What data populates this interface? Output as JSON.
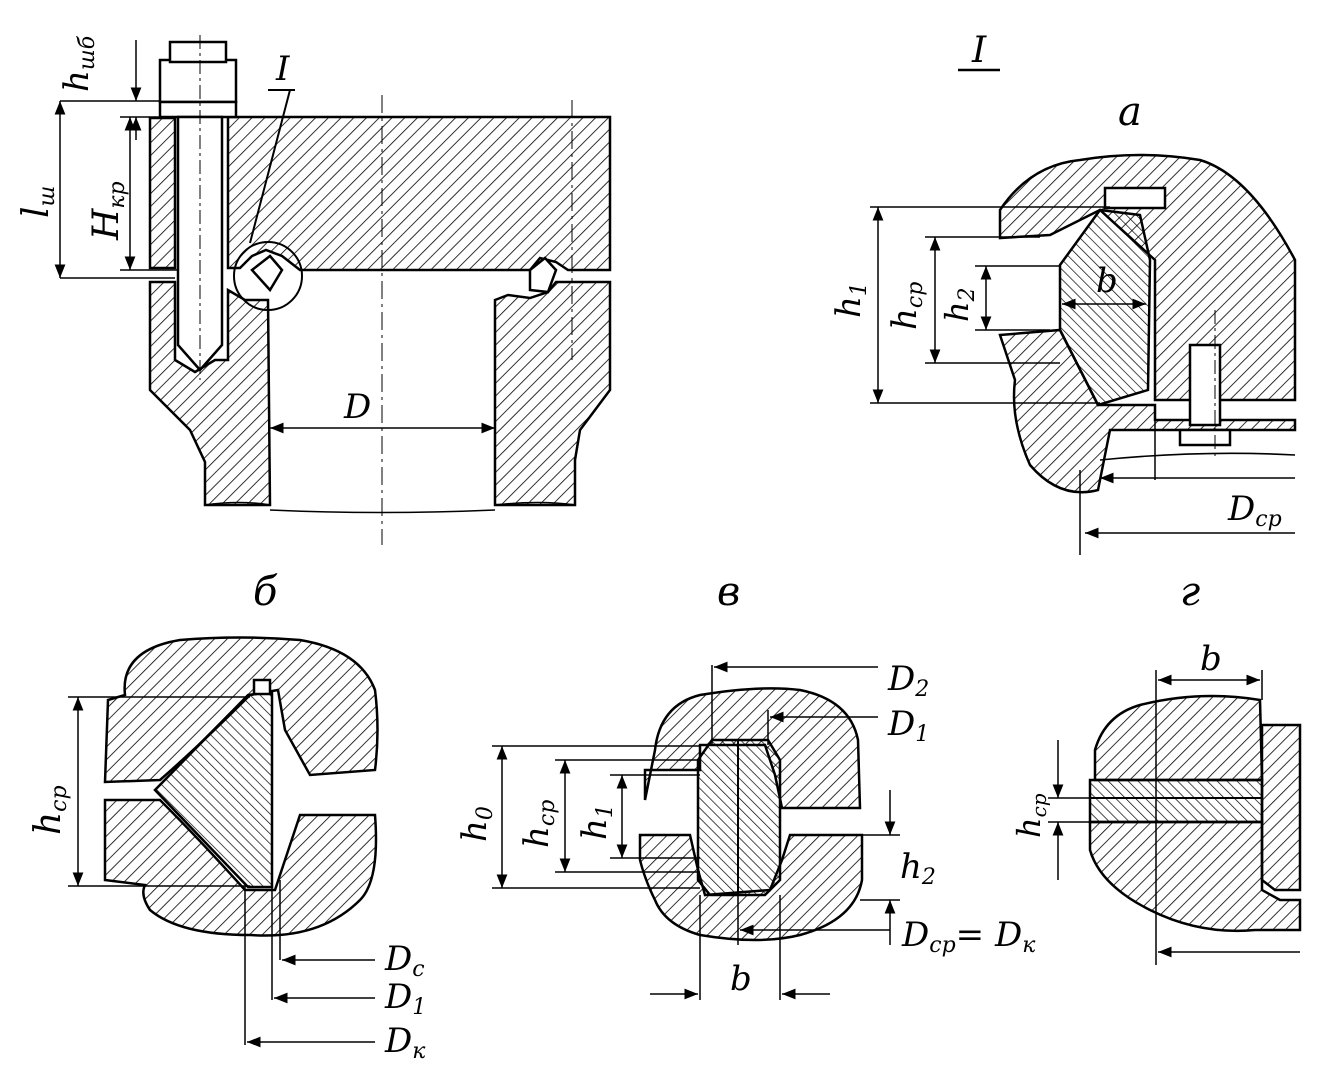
{
  "main_view": {
    "h_shb": {
      "main": "h",
      "sub": "шб"
    },
    "l_sh": {
      "main": "l",
      "sub": "ш"
    },
    "H_kr": {
      "main": "H",
      "sub": "кр"
    },
    "callout": "I",
    "D": "D"
  },
  "detail_title": "I",
  "view_a": {
    "title": "а",
    "h1": {
      "main": "h",
      "sub": "1"
    },
    "h_sr": {
      "main": "h",
      "sub": "ср"
    },
    "h2": {
      "main": "h",
      "sub": "2"
    },
    "b": "b",
    "D_sr": {
      "main": "D",
      "sub": "ср"
    }
  },
  "view_b": {
    "title": "б",
    "h_sr": {
      "main": "h",
      "sub": "ср"
    },
    "D_c": {
      "main": "D",
      "sub": "с"
    },
    "D_1": {
      "main": "D",
      "sub": "1"
    },
    "D_k": {
      "main": "D",
      "sub": "к"
    }
  },
  "view_v": {
    "title": "в",
    "D_2": {
      "main": "D",
      "sub": "2"
    },
    "D_1": {
      "main": "D",
      "sub": "1"
    },
    "h0": {
      "main": "h",
      "sub": "0"
    },
    "h_sr": {
      "main": "h",
      "sub": "ср"
    },
    "h1": {
      "main": "h",
      "sub": "1"
    },
    "h2": {
      "main": "h",
      "sub": "2"
    },
    "D_sr_eq": {
      "main": "D",
      "sub": "ср",
      "eq": "= ",
      "main2": "D",
      "sub2": "к"
    },
    "b": "b"
  },
  "view_g": {
    "title": "г",
    "b": "b",
    "h_sr": {
      "main": "h",
      "sub": "ср"
    }
  }
}
